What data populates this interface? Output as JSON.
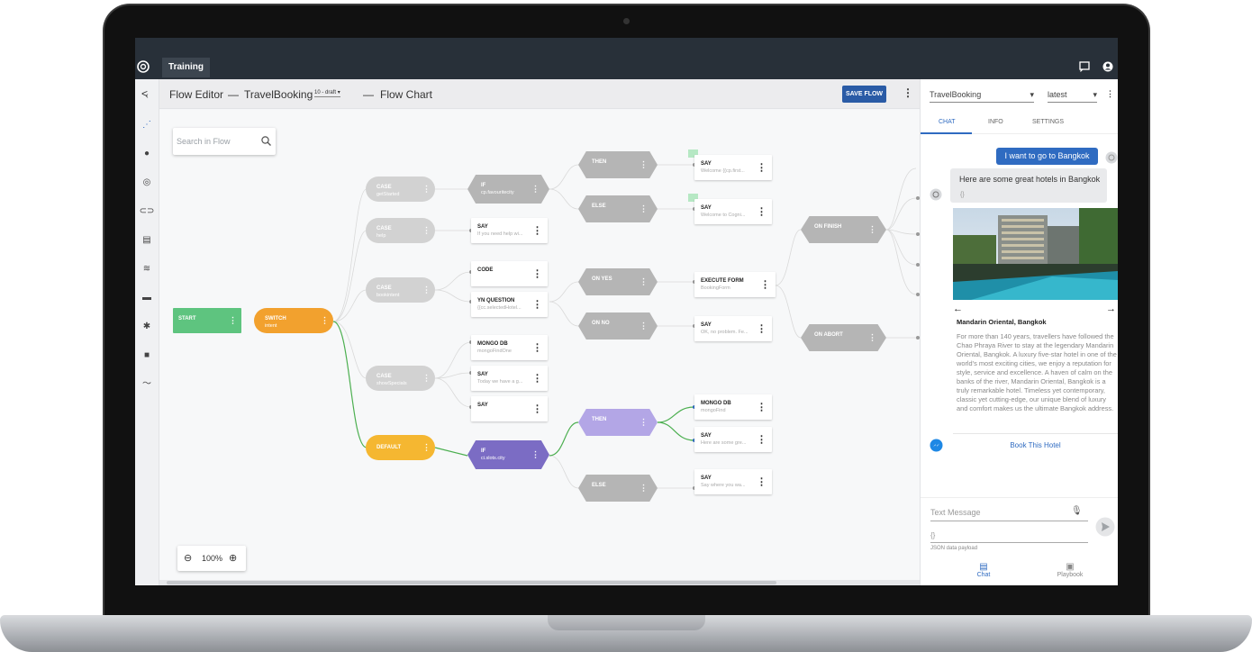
{
  "app": {
    "tab": "Training"
  },
  "header": {
    "back": "<",
    "crumb_editor": "Flow Editor",
    "separator": "—",
    "flow_name": "TravelBooking",
    "version": "10 - draft",
    "crumb_chart": "Flow Chart",
    "save_label": "SAVE FLOW"
  },
  "canvas": {
    "search_placeholder": "Search in Flow",
    "zoom_level": "100%"
  },
  "nodes": {
    "start": {
      "title": "START"
    },
    "switch": {
      "title": "SWITCH",
      "sub": "intent"
    },
    "case1": {
      "title": "CASE",
      "sub": "getStarted"
    },
    "case2": {
      "title": "CASE",
      "sub": "help"
    },
    "case3": {
      "title": "CASE",
      "sub": "bookintent"
    },
    "case4": {
      "title": "CASE",
      "sub": "showSpecials"
    },
    "default": {
      "title": "DEFAULT"
    },
    "if1": {
      "title": "IF",
      "sub": "cp.favouritecity"
    },
    "if2": {
      "title": "IF",
      "sub": "ci.slots.city"
    },
    "say_help": {
      "title": "SAY",
      "sub": "If you need help wi..."
    },
    "code": {
      "title": "CODE"
    },
    "yn": {
      "title": "YN QUESTION",
      "sub": "{{cc.selectedHotel..."
    },
    "mongo1": {
      "title": "MONGO DB",
      "sub": "mongoFindOne"
    },
    "say_today": {
      "title": "SAY",
      "sub": "Today we have a g..."
    },
    "say_empty": {
      "title": "SAY"
    },
    "then1": {
      "title": "THEN"
    },
    "else1": {
      "title": "ELSE"
    },
    "onyes": {
      "title": "ON YES"
    },
    "onno": {
      "title": "ON NO"
    },
    "then2": {
      "title": "THEN"
    },
    "else2": {
      "title": "ELSE"
    },
    "say_welcome1": {
      "title": "SAY",
      "sub": "Welcome {{cp.first..."
    },
    "say_welcome2": {
      "title": "SAY",
      "sub": "Welcome to Cogni..."
    },
    "exec": {
      "title": "EXECUTE FORM",
      "sub": "BookingForm"
    },
    "say_noproblem": {
      "title": "SAY",
      "sub": "OK, no problem. Fe..."
    },
    "mongo2": {
      "title": "MONGO DB",
      "sub": "mongoFind"
    },
    "say_here": {
      "title": "SAY",
      "sub": "Here are some gre..."
    },
    "say_where": {
      "title": "SAY",
      "sub": "Say where you wa..."
    },
    "onfinish": {
      "title": "ON FINISH"
    },
    "onabort": {
      "title": "ON ABORT"
    }
  },
  "panel": {
    "flow_select": "TravelBooking",
    "version_select": "latest",
    "tabs": [
      "CHAT",
      "INFO",
      "SETTINGS"
    ],
    "user_message": "I want to go to Bangkok",
    "bot_message": "Here are some great hotels in Bangkok",
    "bot_payload": "{}",
    "hotel_title": "Mandarin Oriental, Bangkok",
    "hotel_desc": "For more than 140 years, travellers have followed the Chao Phraya River to stay at the legendary Mandarin Oriental, Bangkok. A luxury five-star hotel in one of the world's most exciting cities, we enjoy a reputation for style, service and excellence. A haven of calm on the banks of the river, Mandarin Oriental, Bangkok is a truly remarkable hotel. Timeless yet contemporary, classic yet cutting-edge, our unique blend of luxury and comfort makes us the ultimate Bangkok address.",
    "book_label": "Book This Hotel",
    "text_placeholder": "Text Message",
    "json_value": "{}",
    "json_label": "JSON data payload",
    "bottom_chat": "Chat",
    "bottom_playbook": "Playbook"
  },
  "colors": {
    "start": "#5ec47f",
    "switch": "#f2a12e",
    "default": "#f5b731",
    "if_active": "#7b6cc4",
    "then_active": "#b3a6e6",
    "inactive": "#d2d2d2",
    "hex_inactive": "#b5b5b5",
    "accent": "#2f6bc1",
    "active_wire": "#4caf50"
  }
}
